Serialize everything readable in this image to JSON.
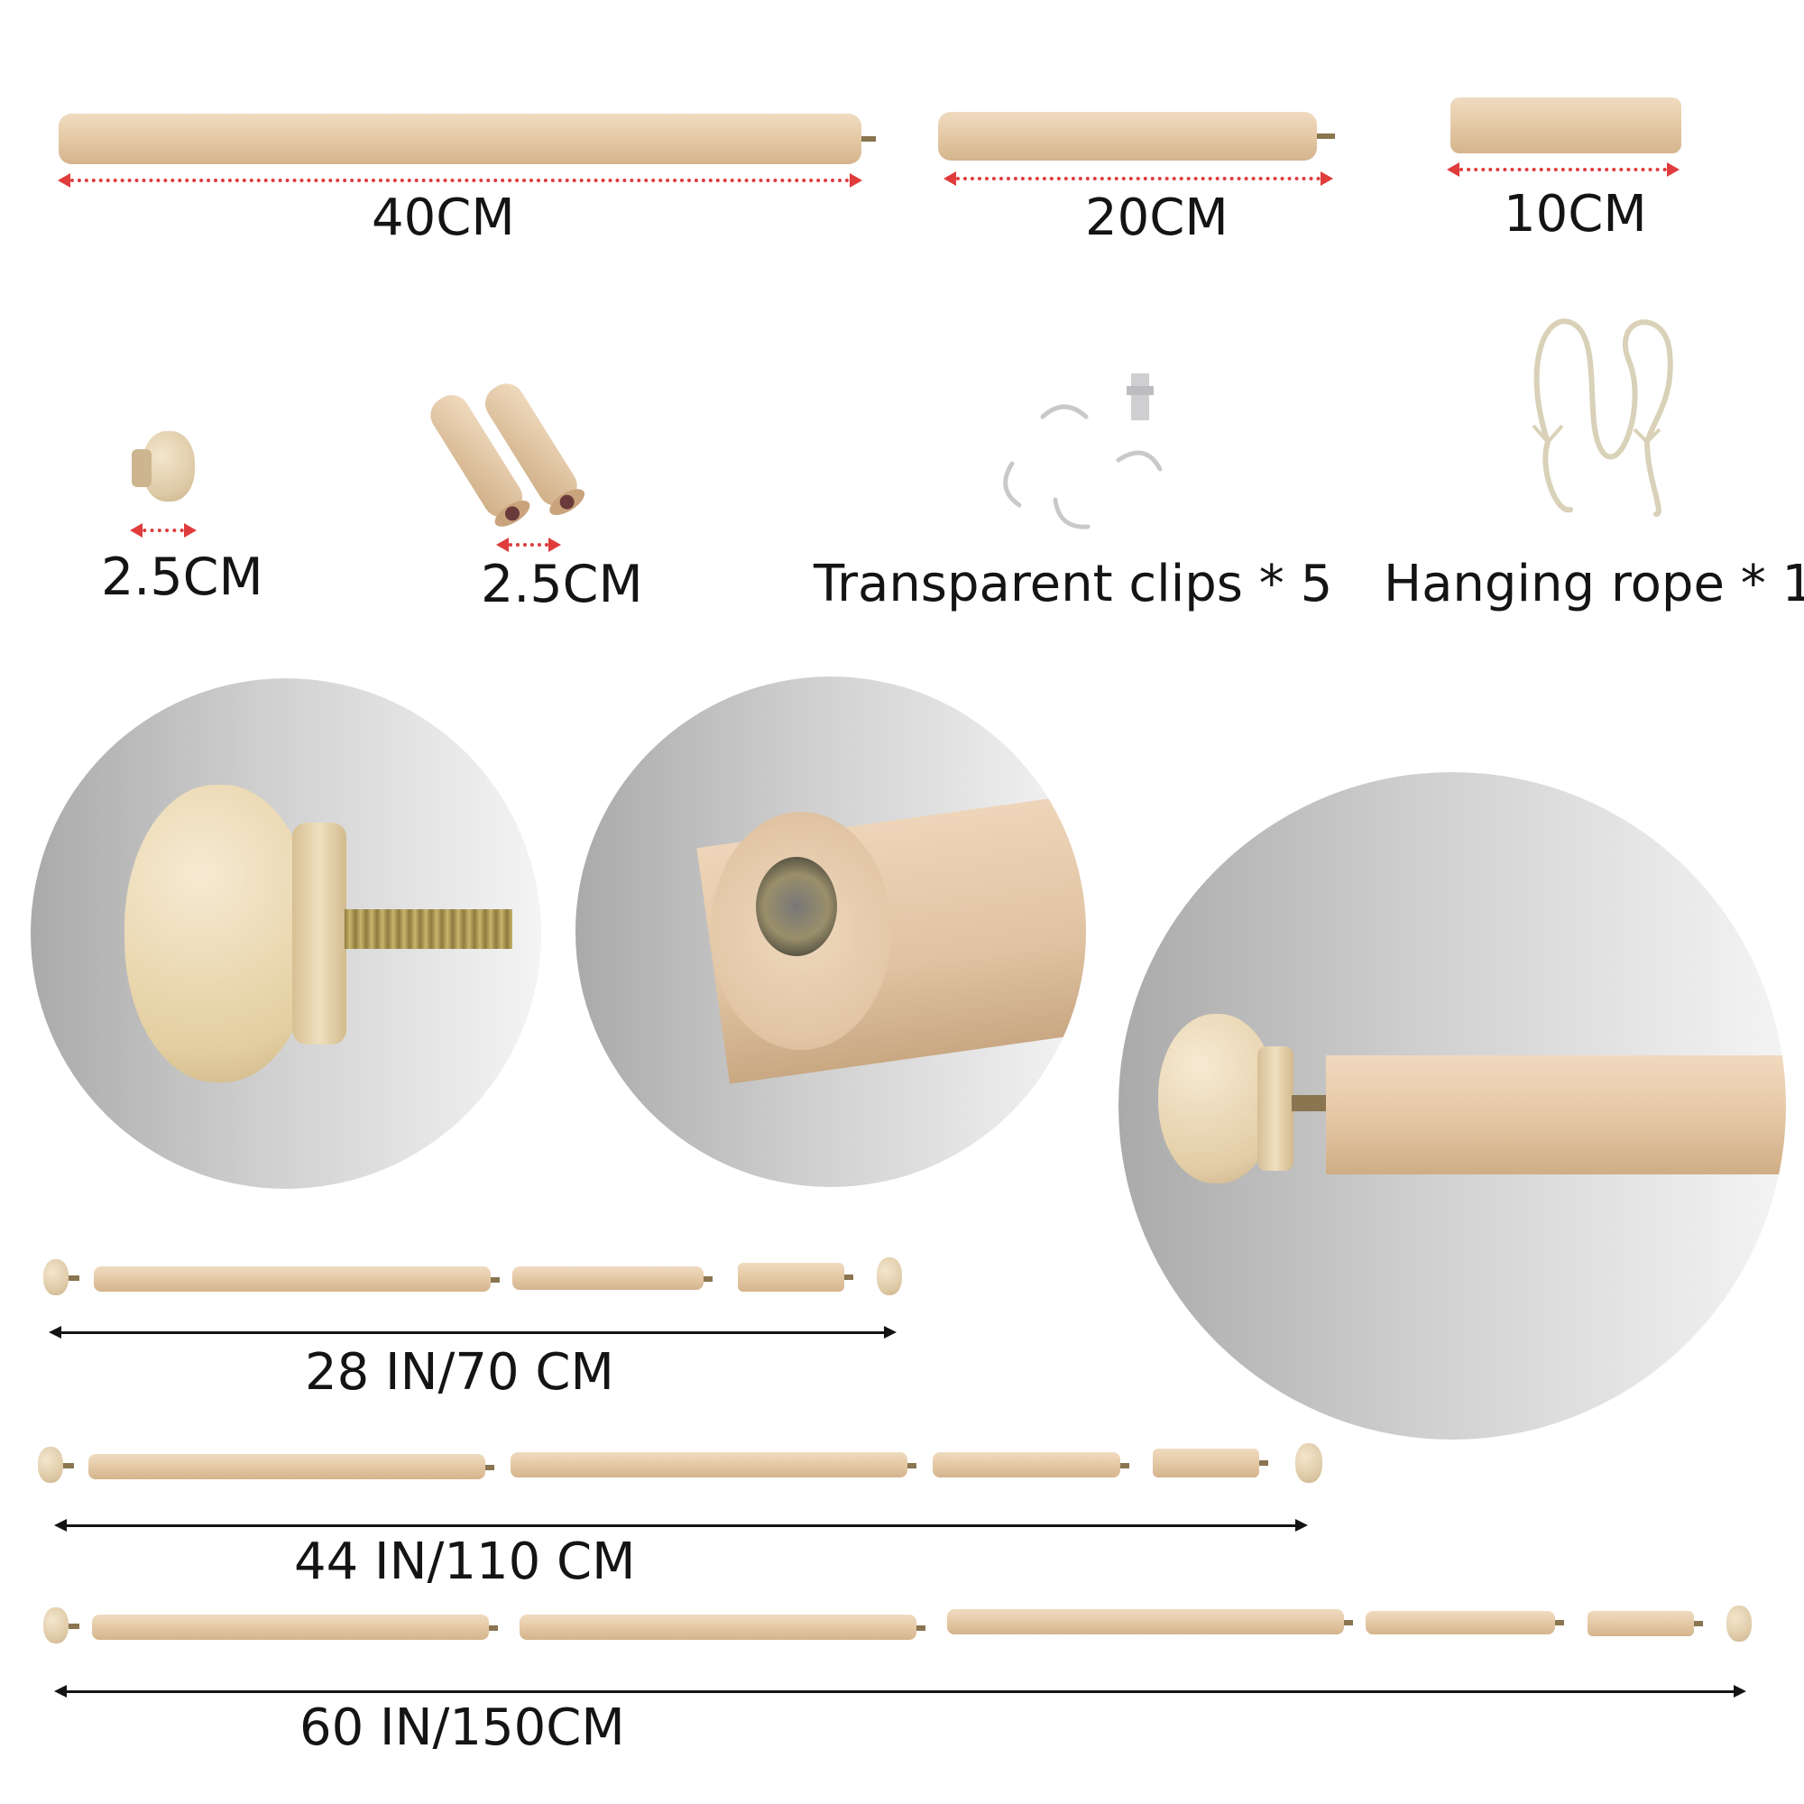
{
  "components": {
    "rod_40": {
      "label": "40CM"
    },
    "rod_20": {
      "label": "20CM"
    },
    "rod_10": {
      "label": "10CM"
    },
    "end_knob": {
      "label": "2.5CM"
    },
    "connector_rods": {
      "label": "2.5CM"
    },
    "clips": {
      "label": "Transparent clips * 5"
    },
    "rope": {
      "label": "Hanging rope * 1"
    }
  },
  "assemblies": [
    {
      "label": "28 IN/70 CM"
    },
    {
      "label": "44 IN/110 CM"
    },
    {
      "label": "60 IN/150CM"
    }
  ],
  "colors": {
    "wood": "#e6cba8",
    "dimension_arrow": "#e03c3c",
    "length_arrow": "#141414",
    "background": "#ffffff"
  }
}
